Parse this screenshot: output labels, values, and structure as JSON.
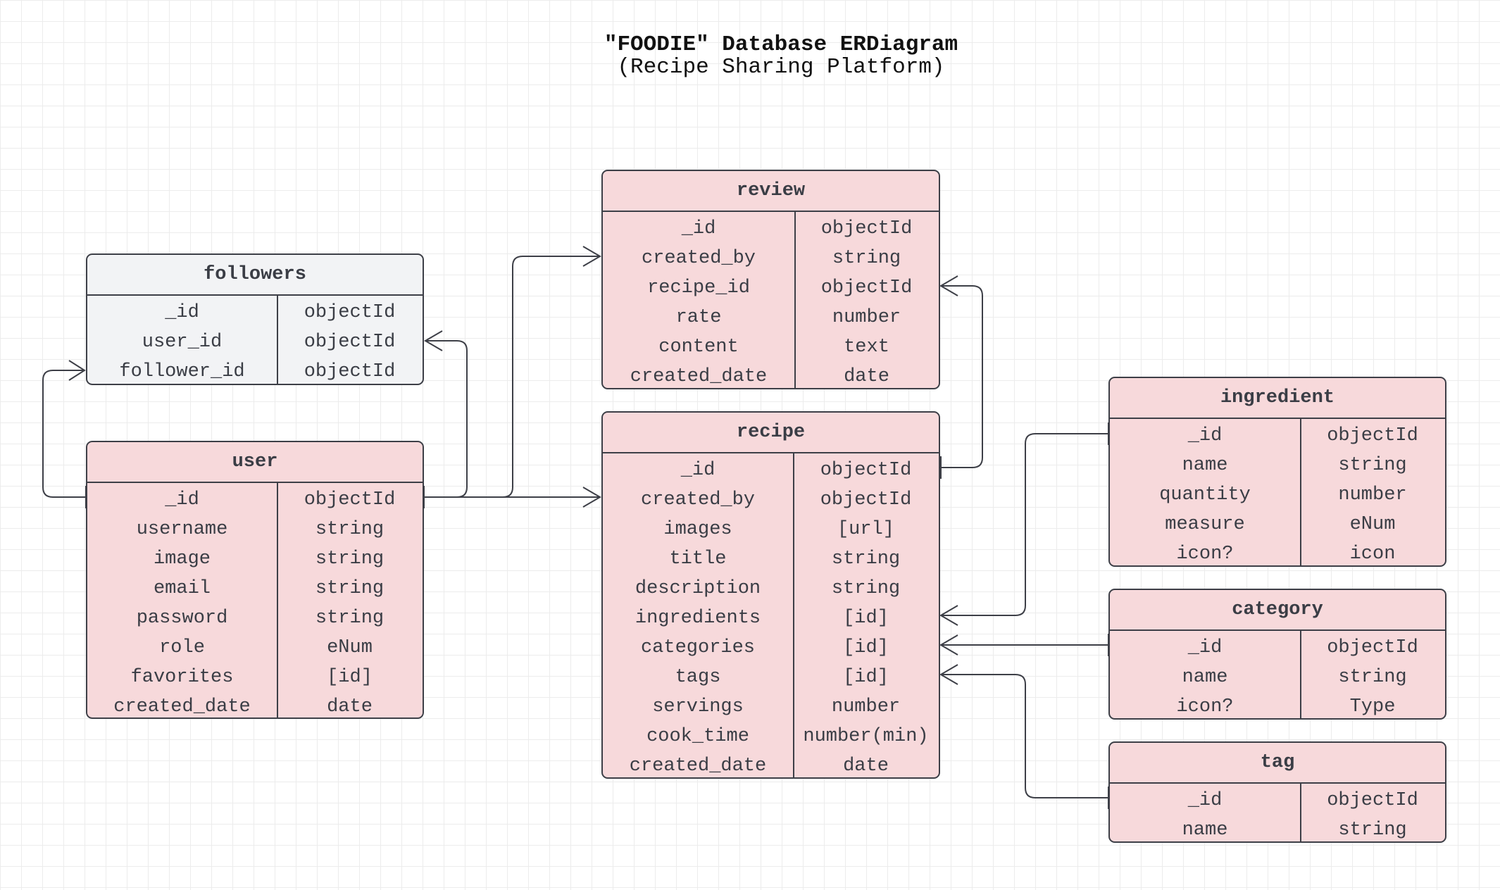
{
  "diagram": {
    "title": "\"FOODIE\" Database ERDiagram",
    "subtitle": "(Recipe Sharing Platform)"
  },
  "entities": {
    "followers": {
      "name": "followers",
      "fields": [
        {
          "name": "_id",
          "type": "objectId"
        },
        {
          "name": "user_id",
          "type": "objectId"
        },
        {
          "name": "follower_id",
          "type": "objectId"
        }
      ]
    },
    "user": {
      "name": "user",
      "fields": [
        {
          "name": "_id",
          "type": "objectId"
        },
        {
          "name": "username",
          "type": "string"
        },
        {
          "name": "image",
          "type": "string"
        },
        {
          "name": "email",
          "type": "string"
        },
        {
          "name": "password",
          "type": "string"
        },
        {
          "name": "role",
          "type": "eNum"
        },
        {
          "name": "favorites",
          "type": "[id]"
        },
        {
          "name": "created_date",
          "type": "date"
        }
      ]
    },
    "review": {
      "name": "review",
      "fields": [
        {
          "name": "_id",
          "type": "objectId"
        },
        {
          "name": "created_by",
          "type": "string"
        },
        {
          "name": "recipe_id",
          "type": "objectId"
        },
        {
          "name": "rate",
          "type": "number"
        },
        {
          "name": "content",
          "type": "text"
        },
        {
          "name": "created_date",
          "type": "date"
        }
      ]
    },
    "recipe": {
      "name": "recipe",
      "fields": [
        {
          "name": "_id",
          "type": "objectId"
        },
        {
          "name": "created_by",
          "type": "objectId"
        },
        {
          "name": "images",
          "type": "[url]"
        },
        {
          "name": "title",
          "type": "string"
        },
        {
          "name": "description",
          "type": "string"
        },
        {
          "name": "ingredients",
          "type": "[id]"
        },
        {
          "name": "categories",
          "type": "[id]"
        },
        {
          "name": "tags",
          "type": "[id]"
        },
        {
          "name": "servings",
          "type": "number"
        },
        {
          "name": "cook_time",
          "type": "number(min)"
        },
        {
          "name": "created_date",
          "type": "date"
        }
      ]
    },
    "ingredient": {
      "name": "ingredient",
      "fields": [
        {
          "name": "_id",
          "type": "objectId"
        },
        {
          "name": "name",
          "type": "string"
        },
        {
          "name": "quantity",
          "type": "number"
        },
        {
          "name": "measure",
          "type": "eNum"
        },
        {
          "name": "icon?",
          "type": "icon"
        }
      ]
    },
    "category": {
      "name": "category",
      "fields": [
        {
          "name": "_id",
          "type": "objectId"
        },
        {
          "name": "name",
          "type": "string"
        },
        {
          "name": "icon?",
          "type": "Type"
        }
      ]
    },
    "tag": {
      "name": "tag",
      "fields": [
        {
          "name": "_id",
          "type": "objectId"
        },
        {
          "name": "name",
          "type": "string"
        }
      ]
    }
  },
  "relationships": [
    {
      "from": "user._id",
      "to": "followers.follower_id",
      "marker": "crow-foot"
    },
    {
      "from": "user._id",
      "to": "followers.user_id",
      "marker": "crow-foot"
    },
    {
      "from": "user._id",
      "to": "review.created_by",
      "marker": "crow-foot"
    },
    {
      "from": "user._id",
      "to": "recipe.created_by",
      "marker": "crow-foot"
    },
    {
      "from": "recipe._id",
      "to": "review.recipe_id",
      "marker": "crow-foot"
    },
    {
      "from": "ingredient._id",
      "to": "recipe.ingredients",
      "marker": "crow-foot"
    },
    {
      "from": "category._id",
      "to": "recipe.categories",
      "marker": "crow-foot"
    },
    {
      "from": "tag._id",
      "to": "recipe.tags",
      "marker": "crow-foot"
    }
  ],
  "colors": {
    "entity_fill": "#f7d9db",
    "followers_fill": "#f2f3f5",
    "stroke": "#3d3f47"
  }
}
